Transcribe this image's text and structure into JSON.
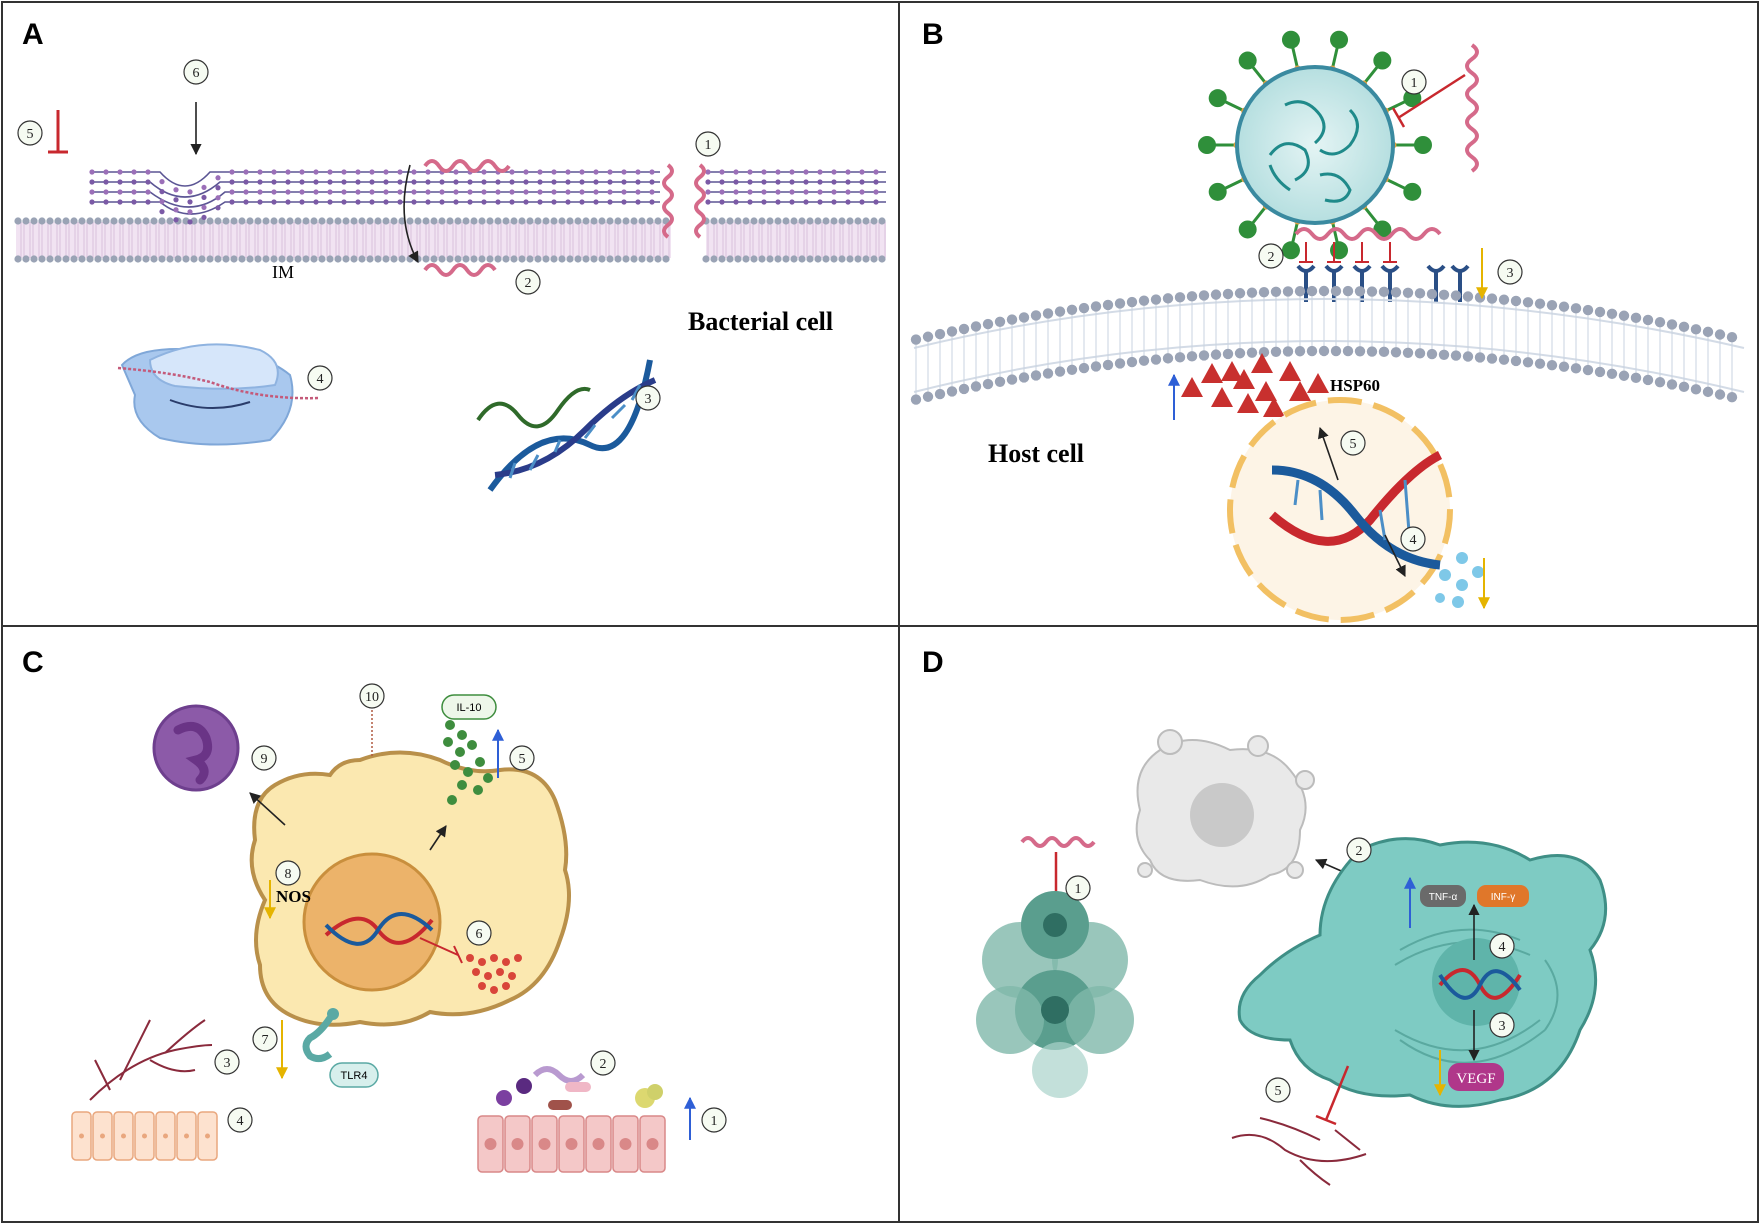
{
  "panels": {
    "A": {
      "letter": "A",
      "label_im": "IM",
      "label_cell": "Bacterial cell",
      "markers": [
        "1",
        "2",
        "3",
        "4",
        "5",
        "6"
      ]
    },
    "B": {
      "letter": "B",
      "label_hsp": "HSP60",
      "label_cell": "Host cell",
      "markers": [
        "1",
        "2",
        "3",
        "4",
        "5"
      ]
    },
    "C": {
      "letter": "C",
      "label_il10": "IL-10",
      "label_nos": "NOS",
      "label_tlr4": "TLR4",
      "markers": [
        "1",
        "2",
        "3",
        "4",
        "5",
        "6",
        "7",
        "8",
        "9",
        "10"
      ]
    },
    "D": {
      "letter": "D",
      "label_tnf": "TNF-α",
      "label_inf": "INF-γ",
      "label_vegf": "VEGF",
      "markers": [
        "1",
        "2",
        "3",
        "4",
        "5"
      ]
    }
  },
  "colors": {
    "membrane_head": "#9aa3b5",
    "membrane_tail": "#e9d6ea",
    "peptide": "#d56a8a",
    "inhibit": "#c8282e",
    "up_arrow": "#2e5fd6",
    "down_arrow": "#e5b400",
    "dna_blue": "#1b5a9c",
    "dna_red": "#c8282e",
    "macrophage": "#fbe8b0",
    "teal_cell": "#7ecbc3",
    "virus": "#bfe3e3",
    "spike": "#2f8f3a"
  }
}
